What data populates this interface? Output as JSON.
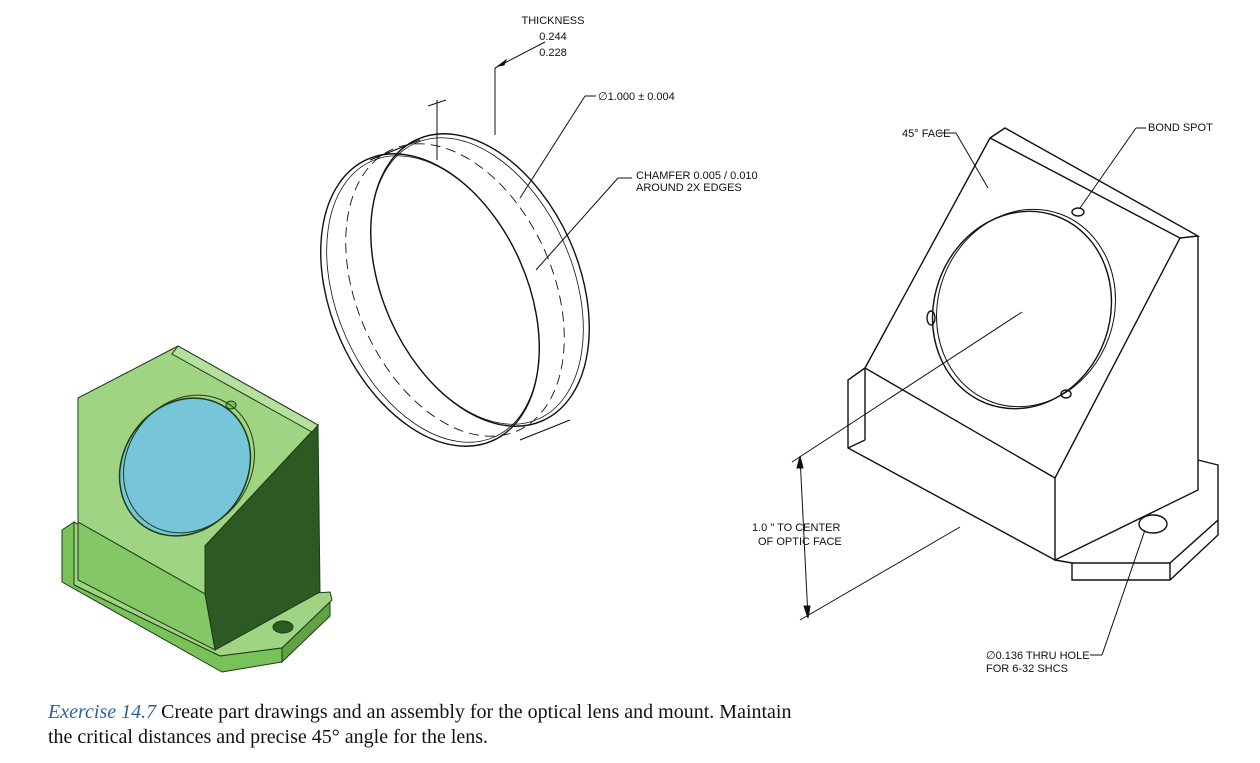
{
  "labels": {
    "thickness_title": "THICKNESS",
    "thickness_max": "0.244",
    "thickness_min": "0.228",
    "diameter": "∅1.000 ± 0.004",
    "chamfer_line1": "CHAMFER 0.005 / 0.010",
    "chamfer_line2": "AROUND 2X EDGES",
    "face_45": "45° FACE",
    "bond_spot": "BOND SPOT",
    "center_line1": "1.0 \" TO CENTER",
    "center_line2": "OF OPTIC FACE",
    "hole_line1": "∅0.136 THRU HOLE",
    "hole_line2": "FOR 6-32 SHCS"
  },
  "caption": {
    "exercise": "Exercise 14.7",
    "text": " Create part drawings and an assembly for the optical lens and mount. Maintain the critical distances and precise 45° angle for the lens."
  },
  "colors": {
    "mount_light": "#9fd483",
    "mount_mid": "#79c159",
    "mount_dark": "#2c5a22",
    "lens_blue": "#77c5d8",
    "line": "#111111"
  }
}
